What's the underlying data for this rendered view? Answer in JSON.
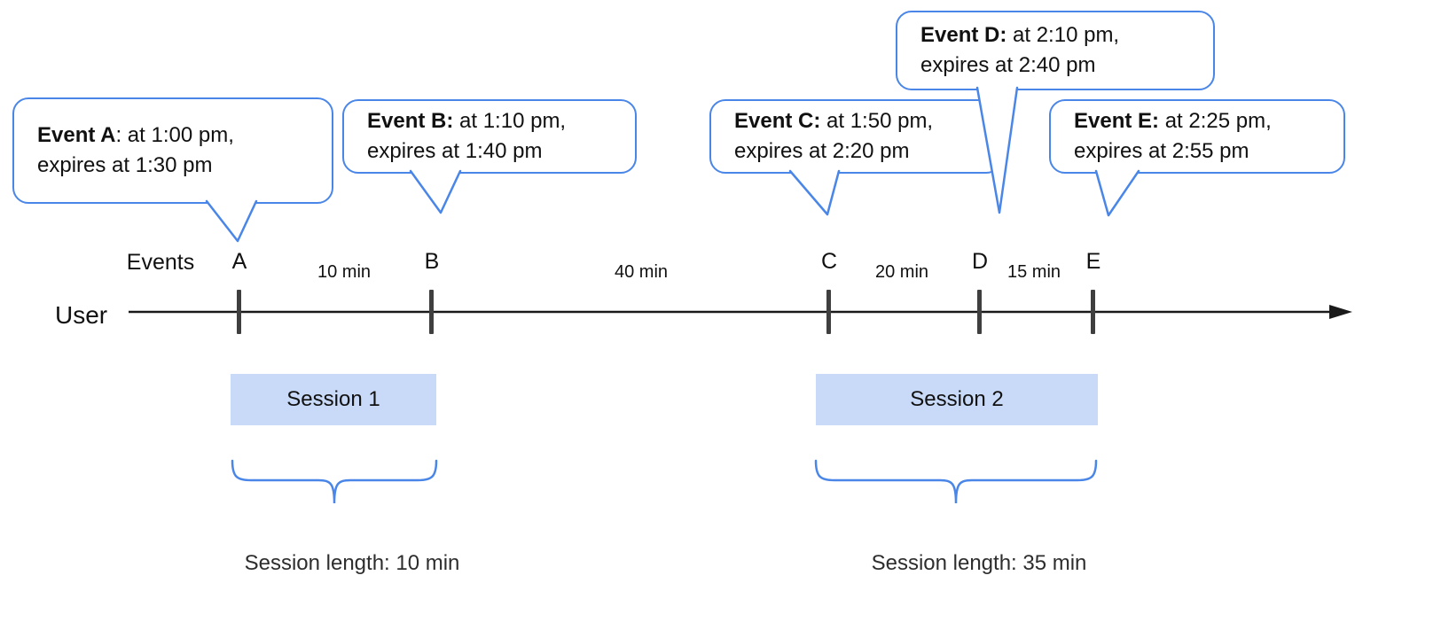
{
  "labels": {
    "events": "Events",
    "user": "User"
  },
  "callouts": [
    {
      "bold": "Event A",
      "rest": ": at 1:00 pm,",
      "line2": "expires at 1:30 pm"
    },
    {
      "bold": "Event B:",
      "rest": " at 1:10 pm,",
      "line2": "expires at 1:40 pm"
    },
    {
      "bold": "Event C:",
      "rest": " at 1:50 pm,",
      "line2": "expires at 2:20 pm"
    },
    {
      "bold": "Event D:",
      "rest": " at 2:10 pm,",
      "line2": "expires at 2:40 pm"
    },
    {
      "bold": "Event E:",
      "rest": " at 2:25 pm,",
      "line2": "expires at 2:55 pm"
    }
  ],
  "timeline": {
    "ticks": [
      "A",
      "B",
      "C",
      "D",
      "E"
    ],
    "intervals": [
      "10 min",
      "40 min",
      "20 min",
      "15 min"
    ]
  },
  "sessions": [
    {
      "label": "Session 1",
      "length": "Session length: 10 min"
    },
    {
      "label": "Session 2",
      "length": "Session length: 35 min"
    }
  ],
  "colors": {
    "accent_blue": "#4a86e8",
    "session_fill": "#c9daf8",
    "tick_gray": "#3f3f3f"
  }
}
